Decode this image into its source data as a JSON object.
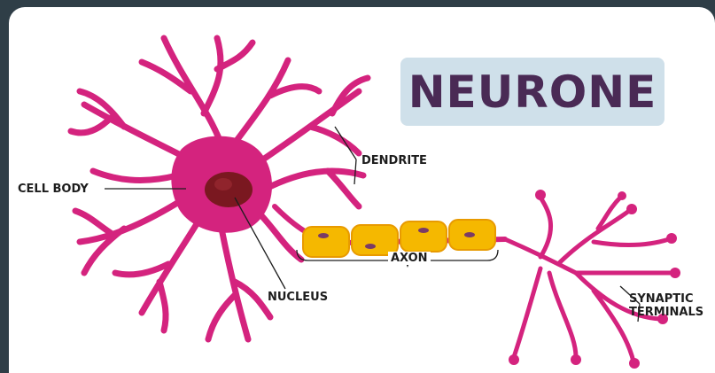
{
  "title": "NEURONE",
  "labels": {
    "cell_body": "CELL BODY",
    "dendrite": "DENDRITE",
    "nucleus": "NUCLEUS",
    "axon": "AXON",
    "synaptic_line1": "SYNAPTIC",
    "synaptic_line2": "TERMINALS"
  },
  "colors": {
    "neuron": "#d4237e",
    "nucleus": "#7a1820",
    "myelin": "#f5b800",
    "title_bg": "#cfe0ea",
    "title_text": "#4a2a55"
  }
}
